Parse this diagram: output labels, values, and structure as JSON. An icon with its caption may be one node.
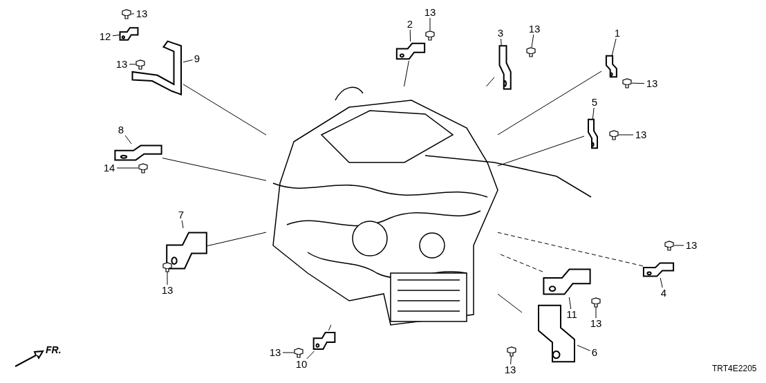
{
  "diagram": {
    "nodes": [
      {
        "text": [
          "13"
        ]
      },
      {
        "text": [],
        "shape": "bolt"
      },
      {
        "text": [
          "12"
        ]
      },
      {
        "text": [],
        "shape": "bracket"
      },
      {
        "text": [
          "9"
        ]
      },
      {
        "text": [],
        "shape": "bracket"
      },
      {
        "text": [
          "13"
        ]
      },
      {
        "text": [],
        "shape": "bolt"
      },
      {
        "text": [
          "2"
        ]
      },
      {
        "text": [],
        "shape": "bracket"
      },
      {
        "text": [
          "13"
        ]
      },
      {
        "text": [],
        "shape": "bolt"
      },
      {
        "text": [
          "3"
        ]
      },
      {
        "text": [],
        "shape": "bracket"
      },
      {
        "text": [
          "13"
        ]
      },
      {
        "text": [],
        "shape": "bolt"
      },
      {
        "text": [
          "1"
        ]
      },
      {
        "text": [],
        "shape": "bracket"
      },
      {
        "text": [
          "13"
        ]
      },
      {
        "text": [],
        "shape": "bolt"
      },
      {
        "text": [
          "5"
        ]
      },
      {
        "text": [],
        "shape": "bracket"
      },
      {
        "text": [
          "13"
        ]
      },
      {
        "text": [],
        "shape": "bolt"
      },
      {
        "text": [
          "8"
        ]
      },
      {
        "text": [],
        "shape": "bracket"
      },
      {
        "text": [
          "14"
        ]
      },
      {
        "text": [],
        "shape": "bolt"
      },
      {
        "text": [
          "7"
        ]
      },
      {
        "text": [],
        "shape": "bracket"
      },
      {
        "text": [
          "13"
        ]
      },
      {
        "text": [],
        "shape": "bolt"
      },
      {
        "text": [
          "13"
        ]
      },
      {
        "text": [],
        "shape": "bolt"
      },
      {
        "text": [
          "4"
        ]
      },
      {
        "text": [],
        "shape": "bracket"
      },
      {
        "text": [
          "11"
        ]
      },
      {
        "text": [],
        "shape": "bracket"
      },
      {
        "text": [
          "13"
        ]
      },
      {
        "text": [],
        "shape": "bolt"
      },
      {
        "text": [
          "10"
        ]
      },
      {
        "text": [],
        "shape": "bracket"
      },
      {
        "text": [
          "13"
        ]
      },
      {
        "text": [],
        "shape": "bolt"
      },
      {
        "text": [
          "13"
        ]
      },
      {
        "text": [],
        "shape": "bolt"
      },
      {
        "text": [
          "6"
        ]
      },
      {
        "text": [],
        "shape": "bracket"
      },
      {
        "text": [],
        "shape": "picture"
      }
    ],
    "edges": [
      {
        "from": 0,
        "to": 1,
        "arrow": "none"
      },
      {
        "from": 2,
        "to": 3,
        "arrow": "none"
      },
      {
        "from": 4,
        "to": 5,
        "arrow": "none"
      },
      {
        "from": 6,
        "to": 7,
        "arrow": "none"
      },
      {
        "from": 8,
        "to": 9,
        "arrow": "none"
      },
      {
        "from": 10,
        "to": 11,
        "arrow": "none"
      },
      {
        "from": 12,
        "to": 13,
        "arrow": "none"
      },
      {
        "from": 14,
        "to": 15,
        "arrow": "none"
      },
      {
        "from": 16,
        "to": 17,
        "arrow": "none"
      },
      {
        "from": 18,
        "to": 19,
        "arrow": "none"
      },
      {
        "from": 20,
        "to": 21,
        "arrow": "none"
      },
      {
        "from": 22,
        "to": 23,
        "arrow": "none"
      },
      {
        "from": 24,
        "to": 25,
        "arrow": "none"
      },
      {
        "from": 26,
        "to": 27,
        "arrow": "none"
      },
      {
        "from": 28,
        "to": 29,
        "arrow": "none"
      },
      {
        "from": 30,
        "to": 31,
        "arrow": "none"
      },
      {
        "from": 32,
        "to": 33,
        "arrow": "none"
      },
      {
        "from": 34,
        "to": 35,
        "arrow": "none"
      },
      {
        "from": 36,
        "to": 37,
        "arrow": "none"
      },
      {
        "from": 38,
        "to": 39,
        "arrow": "none"
      },
      {
        "from": 40,
        "to": 41,
        "arrow": "none"
      },
      {
        "from": 42,
        "to": 43,
        "arrow": "none"
      },
      {
        "from": 44,
        "to": 45,
        "arrow": "none"
      },
      {
        "from": 46,
        "to": 47,
        "arrow": "none"
      },
      {
        "from": 5,
        "to": 48,
        "arrow": "none"
      },
      {
        "from": 9,
        "to": 48,
        "arrow": "none"
      },
      {
        "from": 13,
        "to": 48,
        "arrow": "none"
      },
      {
        "from": 17,
        "to": 48,
        "arrow": "none"
      },
      {
        "from": 21,
        "to": 48,
        "arrow": "none"
      },
      {
        "from": 25,
        "to": 48,
        "arrow": "none"
      },
      {
        "from": 29,
        "to": 48,
        "arrow": "none"
      },
      {
        "from": 35,
        "to": 48,
        "arrow": "none",
        "style": "dashed"
      },
      {
        "from": 37,
        "to": 48,
        "arrow": "none",
        "style": "dashed"
      },
      {
        "from": 41,
        "to": 48,
        "arrow": "none"
      },
      {
        "from": 47,
        "to": 48,
        "arrow": "none"
      }
    ],
    "labels": [
      "FR.",
      "TRT4E2205"
    ]
  }
}
